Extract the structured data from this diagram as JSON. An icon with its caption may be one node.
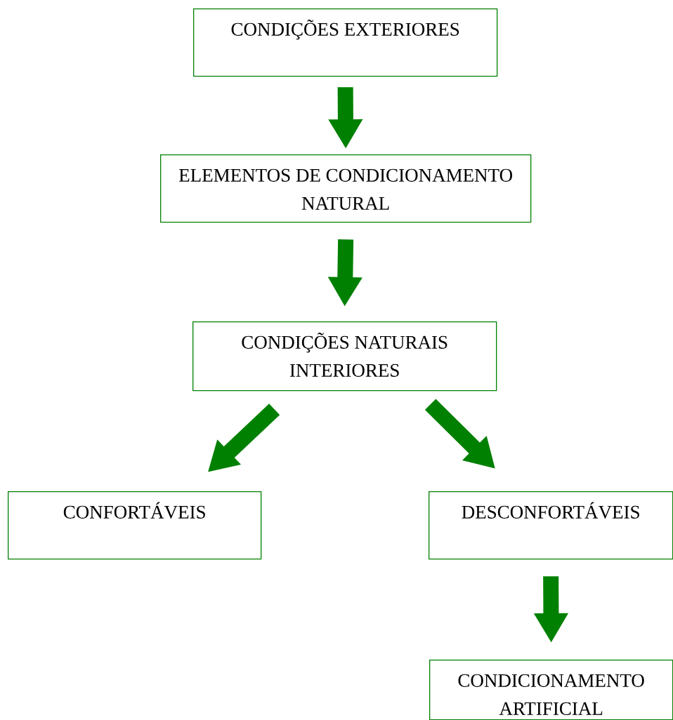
{
  "diagram": {
    "nodes": [
      {
        "text": [
          "CONDIÇÕES EXTERIORES"
        ]
      },
      {
        "text": [
          "ELEMENTOS DE CONDICIONAMENTO NATURAL"
        ]
      },
      {
        "text": [
          "CONDIÇÕES NATURAIS INTERIORES"
        ]
      },
      {
        "text": [
          "CONFORTÁVEIS"
        ]
      },
      {
        "text": [
          "DESCONFORTÁVEIS"
        ]
      },
      {
        "text": [
          "CONDICIONAMENTO ARTIFICIAL"
        ]
      }
    ],
    "edges": [
      {
        "from": 0,
        "to": 1,
        "arrow": "to"
      },
      {
        "from": 1,
        "to": 2,
        "arrow": "to"
      },
      {
        "from": 2,
        "to": 3,
        "arrow": "to"
      },
      {
        "from": 2,
        "to": 4,
        "arrow": "to"
      },
      {
        "from": 4,
        "to": 5,
        "arrow": "to"
      }
    ]
  }
}
